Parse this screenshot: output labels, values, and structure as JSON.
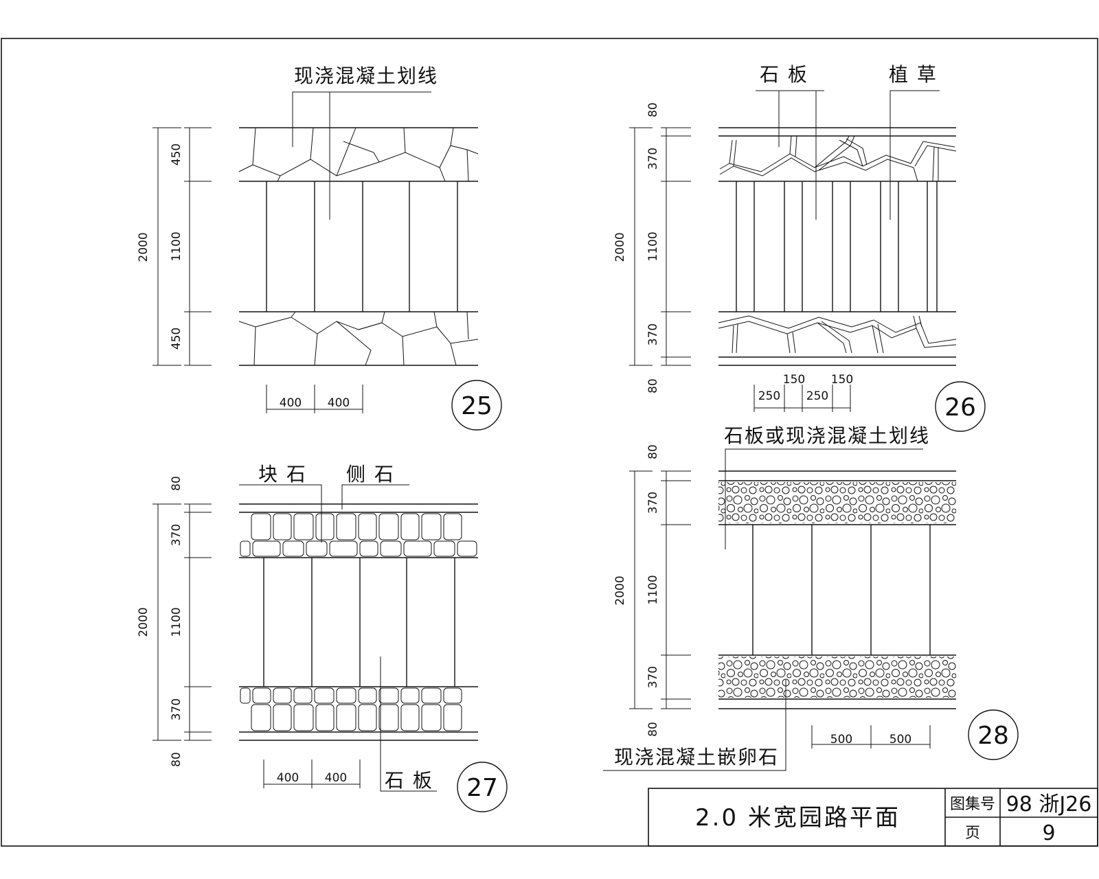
{
  "details": {
    "d25": {
      "number": "25",
      "label_top": "现浇混凝土划线",
      "dims_vertical": {
        "total": "2000",
        "top": "450",
        "middle": "1100",
        "bottom": "450"
      },
      "dims_horizontal": [
        "400",
        "400"
      ]
    },
    "d26": {
      "number": "26",
      "label_stone": "石 板",
      "label_grass": "植 草",
      "dims_vertical": {
        "total": "2000",
        "edge_top": "80",
        "top": "370",
        "middle": "1100",
        "bottom": "370",
        "edge_bottom": "80"
      },
      "dims_horizontal": [
        "250",
        "150",
        "250",
        "150"
      ]
    },
    "d27": {
      "number": "27",
      "label_block": "块 石",
      "label_side": "侧 石",
      "label_slab": "石 板",
      "dims_vertical": {
        "total": "2000",
        "edge_top": "80",
        "top": "370",
        "middle": "1100",
        "bottom": "370",
        "edge_bottom": "80"
      },
      "dims_horizontal": [
        "400",
        "400"
      ]
    },
    "d28": {
      "number": "28",
      "label_top": "石板或现浇混凝土划线",
      "label_bottom": "现浇混凝土嵌卵石",
      "dims_vertical": {
        "total": "2000",
        "edge_top": "80",
        "top": "370",
        "middle": "1100",
        "bottom": "370",
        "edge_bottom": "80"
      },
      "dims_horizontal": [
        "500",
        "500"
      ]
    }
  },
  "title_block": {
    "title": "2.0 米宽园路平面",
    "atlas_label": "图集号",
    "atlas_value": "98 浙J26",
    "page_label": "页",
    "page_value": "9"
  }
}
